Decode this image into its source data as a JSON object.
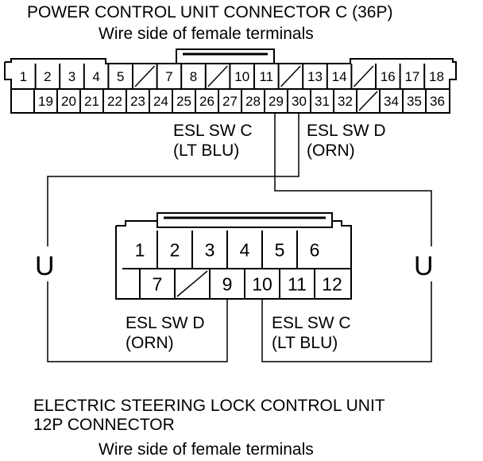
{
  "top_connector": {
    "title": "POWER CONTROL UNIT CONNECTOR C (36P)",
    "subtitle": "Wire side of female terminals",
    "row1": [
      "1",
      "2",
      "3",
      "4",
      "5",
      "/",
      "7",
      "8",
      "/",
      "10",
      "11",
      "/",
      "13",
      "14",
      "/",
      "16",
      "17",
      "18"
    ],
    "row2": [
      "",
      "19",
      "20",
      "21",
      "22",
      "23",
      "24",
      "25",
      "26",
      "27",
      "28",
      "29",
      "30",
      "31",
      "32",
      "/",
      "34",
      "35",
      "36"
    ]
  },
  "top_labels": {
    "c_name": "ESL SW C",
    "c_color": "(LT BLU)",
    "d_name": "ESL SW D",
    "d_color": "(ORN)"
  },
  "bottom_connector": {
    "row1": [
      "1",
      "2",
      "3",
      "4",
      "5",
      "6"
    ],
    "row2": [
      "",
      "7",
      "/",
      "9",
      "10",
      "11",
      "12"
    ]
  },
  "bottom_labels": {
    "d_name": "ESL SW D",
    "d_color": "(ORN)",
    "c_name": "ESL SW C",
    "c_color": "(LT BLU)"
  },
  "ground_symbol": "U",
  "footer": {
    "line1": "ELECTRIC STEERING LOCK CONTROL UNIT",
    "line2": "12P CONNECTOR",
    "line3": "Wire side of female terminals"
  }
}
